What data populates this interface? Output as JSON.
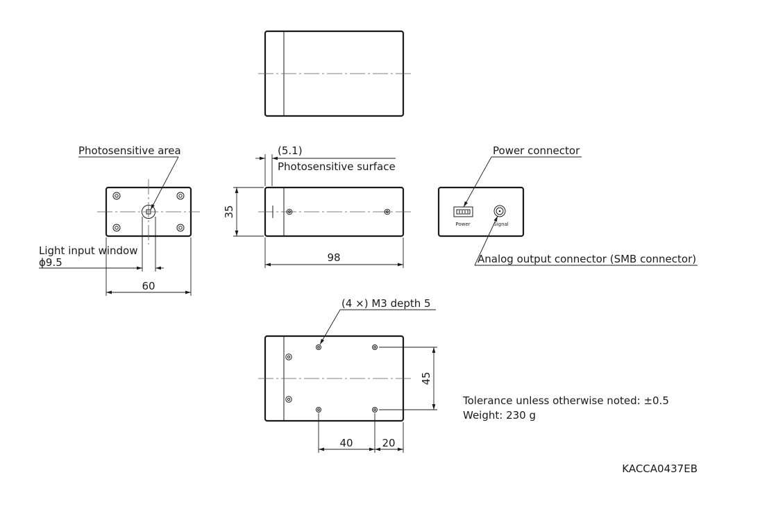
{
  "labels": {
    "photosensitive_area": "Photosensitive area",
    "offset": "(5.1)",
    "photosensitive_surface": "Photosensitive surface",
    "power_connector": "Power connector",
    "power_small": "Power",
    "signal_small": "Signal",
    "analog_output": "Analog output connector (SMB connector)",
    "light_input_window": "Light input window",
    "window_diameter": "ϕ9.5",
    "mount_holes": "(4 ×) M3 depth 5",
    "tolerance": "Tolerance unless otherwise noted: ±0.5",
    "weight": "Weight: 230 g",
    "drawing_code": "KACCA0437EB"
  },
  "dimensions": {
    "height": "35",
    "front_width": "60",
    "length": "98",
    "hole_pitch_y": "45",
    "hole_pitch_x": "40",
    "hole_offset_x": "20"
  }
}
